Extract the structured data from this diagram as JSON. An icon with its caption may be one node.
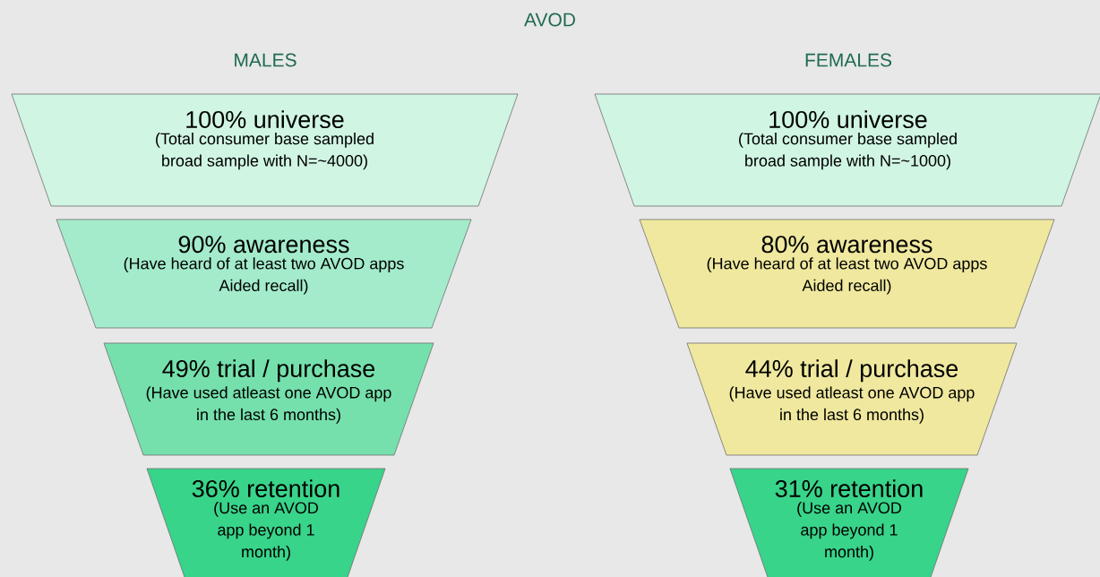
{
  "diagram": {
    "title": "AVOD",
    "nodes": [
      {
        "text": [
          "100% universe",
          "(Total consumer base sampled broad sample with N=~4000)"
        ]
      },
      {
        "text": [
          "90% awareness",
          "(Have heard of at least two AVOD apps Aided recall)"
        ]
      },
      {
        "text": [
          "49% trial / purchase",
          "(Have used atleast one AVOD app in the last 6 months)"
        ]
      },
      {
        "text": [
          "36% retention",
          "(Use an AVOD app beyond 1 month)"
        ]
      },
      {
        "text": [
          "100% universe",
          "(Total consumer base sampled broad sample with N=~1000)"
        ]
      },
      {
        "text": [
          "80% awareness",
          "(Have heard of at least two AVOD apps Aided recall)"
        ]
      },
      {
        "text": [
          "44% trial / purchase",
          "(Have used atleast one AVOD app in the last 6 months)"
        ]
      },
      {
        "text": [
          "31% retention",
          "(Use an AVOD app beyond 1 month)"
        ]
      }
    ],
    "labels": [
      "MALES",
      "FEMALES"
    ]
  }
}
